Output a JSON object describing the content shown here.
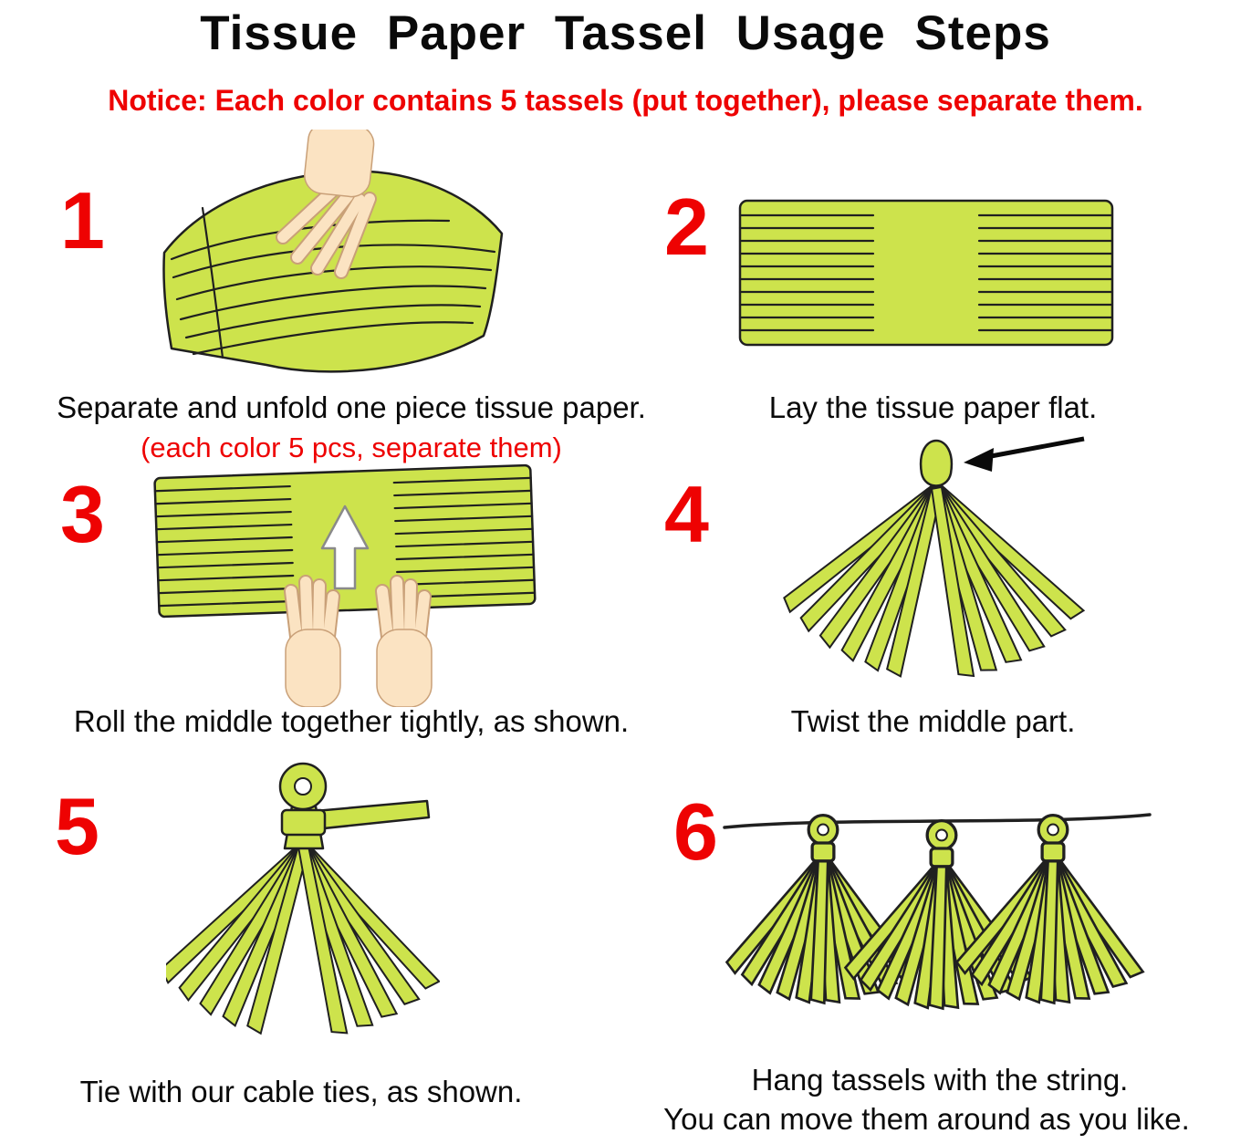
{
  "page": {
    "title": "Tissue Paper Tassel Usage Steps",
    "notice": "Notice:  Each color contains 5 tassels (put together), please separate them."
  },
  "steps": [
    {
      "number": "1",
      "caption": "Separate and unfold one piece tissue paper.",
      "subcaption": "(each color 5 pcs, separate them)"
    },
    {
      "number": "2",
      "caption": "Lay the tissue paper flat."
    },
    {
      "number": "3",
      "caption": "Roll the middle together tightly, as shown."
    },
    {
      "number": "4",
      "caption": "Twist the middle part."
    },
    {
      "number": "5",
      "caption": "Tie with our cable ties, as shown."
    },
    {
      "number": "6",
      "caption": "Hang tassels with the string.",
      "caption2": "You can move them around as you like."
    }
  ],
  "colors": {
    "accent_red": "#ee0202",
    "tissue_green": "#cde34c",
    "paper_outline": "#202020",
    "skin": "#fbe3c2"
  }
}
